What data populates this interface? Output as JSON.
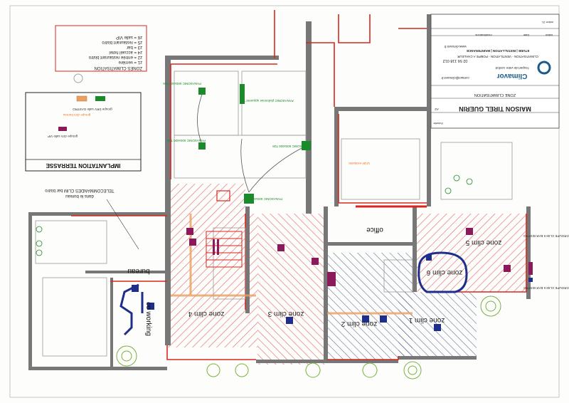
{
  "legend": {
    "title": "ZONES CLIMATISATION",
    "items": [
      "z1 = verrière",
      "z2 = entrée restaurant bistro",
      "z4 = accueil hotel",
      "z3 = bar",
      "z5 = restaurant bistro",
      "z6 = salle VIP"
    ]
  },
  "terrace": {
    "title": "IMPLANTATION TERRASSE",
    "unit1": "groupe DRV salle GASTRO",
    "unit2": "groupe clim salle VIP",
    "unit3": "groupe clim bureau"
  },
  "remote_note": [
    "TELECOMMANDES CLIM bar bistro",
    "dans le bureau"
  ],
  "title_block": {
    "company": "Climavor",
    "tagline": "l'expert de votre confort",
    "services": "CLIMATISATION - VENTILATION - POMPE A CHALEUR",
    "activities": "ETUDE | INSTALLATION | MAINTENANCE",
    "phone": "02 56 118 012",
    "website": "www.climavor.fr",
    "email": "contact@climavor.fr",
    "project": "MAISON TIREL GUERIN",
    "subject": "ZONE CLIMATISATION",
    "ind_label": "indice",
    "date_label": "Date",
    "mod_label": "modifications",
    "sheet": "A2",
    "scale": "Echelle",
    "rev": "indice 21"
  },
  "zones": {
    "z1": "zone clim 1",
    "z2": "zone clim 2",
    "z3": "zone clim 3",
    "z4": "zone clim 4",
    "z5": "zone clim 5",
    "z6": "zone clim 6"
  },
  "rooms": {
    "office": "office",
    "bureau": "bureau",
    "coworking": "co working"
  },
  "units": {
    "u1": "PANASONIC 600x600 T56",
    "u2": "PANASONIC plafonnier apparent T56",
    "u3": "PANASONIC 600x600 T56",
    "u4": "PANASONIC 600x600 T28",
    "u5": "PANASONIC 600x600 T28"
  },
  "misc": {
    "groupe_bar": "GROUPE CLIM 5 BAR BISTRO",
    "groupe_bar2": "GROUPE CLIM 6 BAR BISTRO",
    "existing": "Unité existante"
  },
  "colors": {
    "wall": "#777777",
    "red": "#d9271f",
    "hatch_red": "#e06060",
    "hatch_blue": "#4b5a8c",
    "green": "#1a8a2a",
    "purple": "#8a1a5a",
    "navy": "#1d2f8a",
    "orange": "#e8782a"
  }
}
